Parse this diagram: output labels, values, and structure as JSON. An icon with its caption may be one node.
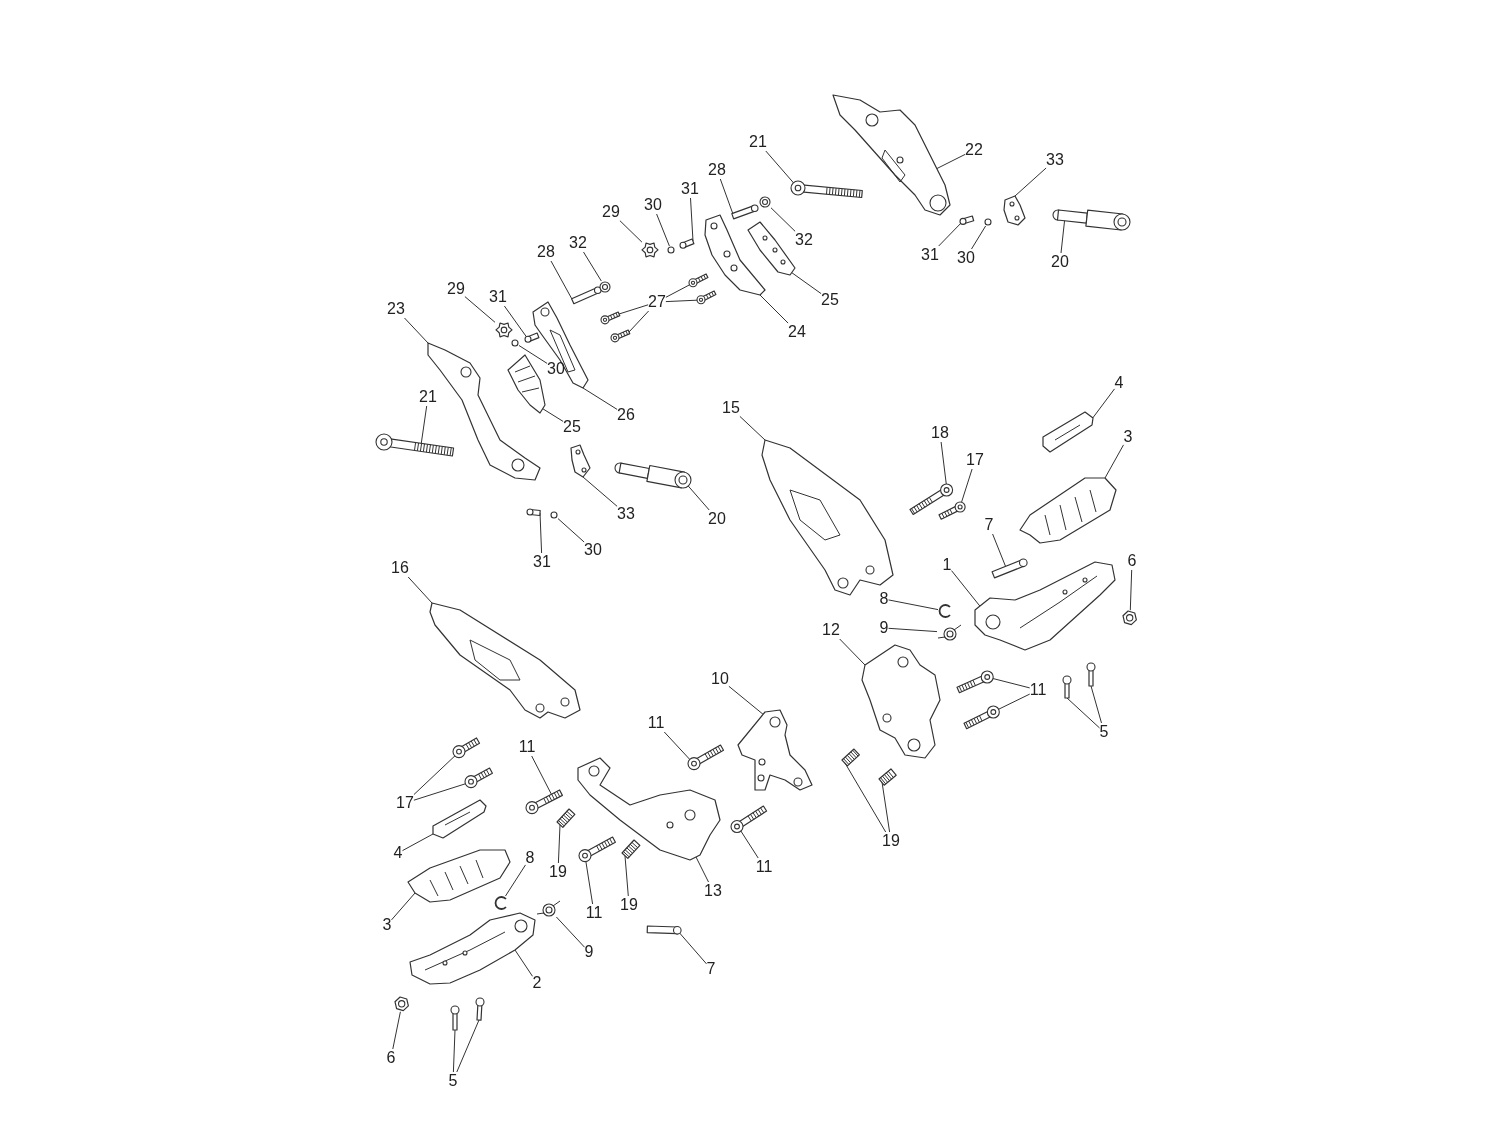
{
  "diagram": {
    "nodes": [
      {
        "text": [
          "21"
        ]
      },
      {
        "text": [],
        "shape": "picture"
      },
      {
        "text": [
          "22"
        ]
      },
      {
        "text": [],
        "shape": "picture"
      },
      {
        "text": [
          "33"
        ]
      },
      {
        "text": [],
        "shape": "picture"
      },
      {
        "text": [
          "28"
        ]
      },
      {
        "text": [],
        "shape": "cylinder"
      },
      {
        "text": [
          "32"
        ]
      },
      {
        "text": [],
        "shape": "picture"
      },
      {
        "text": [
          "31"
        ]
      },
      {
        "text": [],
        "shape": "cylinder"
      },
      {
        "text": [
          "30"
        ]
      },
      {
        "text": [],
        "shape": "circle"
      },
      {
        "text": [
          "29"
        ]
      },
      {
        "text": [],
        "shape": "picture"
      },
      {
        "text": [
          "31"
        ]
      },
      {
        "text": [],
        "shape": "cylinder"
      },
      {
        "text": [
          "30"
        ]
      },
      {
        "text": [],
        "shape": "circle"
      },
      {
        "text": [
          "20"
        ]
      },
      {
        "text": [],
        "shape": "picture"
      },
      {
        "text": [
          "25"
        ]
      },
      {
        "text": [],
        "shape": "picture"
      },
      {
        "text": [
          "24"
        ]
      },
      {
        "text": [],
        "shape": "picture"
      },
      {
        "text": [
          "28"
        ]
      },
      {
        "text": [],
        "shape": "cylinder"
      },
      {
        "text": [
          "32"
        ]
      },
      {
        "text": [],
        "shape": "picture"
      },
      {
        "text": [
          "27"
        ]
      },
      {
        "text": [],
        "shape": "picture"
      },
      {
        "text": [],
        "shape": "picture"
      },
      {
        "text": [],
        "shape": "picture"
      },
      {
        "text": [],
        "shape": "picture"
      },
      {
        "text": [
          "29"
        ]
      },
      {
        "text": [],
        "shape": "picture"
      },
      {
        "text": [
          "31"
        ]
      },
      {
        "text": [],
        "shape": "cylinder"
      },
      {
        "text": [
          "30"
        ]
      },
      {
        "text": [],
        "shape": "circle"
      },
      {
        "text": [
          "23"
        ]
      },
      {
        "text": [],
        "shape": "picture"
      },
      {
        "text": [
          "26"
        ]
      },
      {
        "text": [],
        "shape": "picture"
      },
      {
        "text": [
          "25"
        ]
      },
      {
        "text": [],
        "shape": "picture"
      },
      {
        "text": [
          "21"
        ]
      },
      {
        "text": [],
        "shape": "picture"
      },
      {
        "text": [
          "33"
        ]
      },
      {
        "text": [],
        "shape": "picture"
      },
      {
        "text": [
          "20"
        ]
      },
      {
        "text": [],
        "shape": "picture"
      },
      {
        "text": [
          "31"
        ]
      },
      {
        "text": [],
        "shape": "cylinder"
      },
      {
        "text": [
          "30"
        ]
      },
      {
        "text": [],
        "shape": "circle"
      },
      {
        "text": [
          "15"
        ]
      },
      {
        "text": [],
        "shape": "picture"
      },
      {
        "text": [
          "16"
        ]
      },
      {
        "text": [],
        "shape": "picture"
      },
      {
        "text": [
          "18"
        ]
      },
      {
        "text": [],
        "shape": "picture"
      },
      {
        "text": [
          "17"
        ]
      },
      {
        "text": [],
        "shape": "picture"
      },
      {
        "text": [
          "4"
        ]
      },
      {
        "text": [],
        "shape": "picture"
      },
      {
        "text": [
          "3"
        ]
      },
      {
        "text": [],
        "shape": "picture"
      },
      {
        "text": [
          "7"
        ]
      },
      {
        "text": [],
        "shape": "cylinder"
      },
      {
        "text": [
          "1"
        ]
      },
      {
        "text": [],
        "shape": "picture"
      },
      {
        "text": [
          "6"
        ]
      },
      {
        "text": [],
        "shape": "picture"
      },
      {
        "text": [
          "8"
        ]
      },
      {
        "text": [],
        "shape": "picture"
      },
      {
        "text": [
          "9"
        ]
      },
      {
        "text": [],
        "shape": "picture"
      },
      {
        "text": [
          "12"
        ]
      },
      {
        "text": [],
        "shape": "picture"
      },
      {
        "text": [
          "11"
        ]
      },
      {
        "text": [],
        "shape": "picture"
      },
      {
        "text": [],
        "shape": "picture"
      },
      {
        "text": [
          "5"
        ]
      },
      {
        "text": [],
        "shape": "picture"
      },
      {
        "text": [],
        "shape": "picture"
      },
      {
        "text": [
          "10"
        ]
      },
      {
        "text": [],
        "shape": "picture"
      },
      {
        "text": [
          "11"
        ]
      },
      {
        "text": [],
        "shape": "picture"
      },
      {
        "text": [
          "19"
        ]
      },
      {
        "text": [],
        "shape": "picture"
      },
      {
        "text": [],
        "shape": "picture"
      },
      {
        "text": [
          "17"
        ]
      },
      {
        "text": [],
        "shape": "picture"
      },
      {
        "text": [],
        "shape": "picture"
      },
      {
        "text": [
          "11"
        ]
      },
      {
        "text": [],
        "shape": "picture"
      },
      {
        "text": [
          "4"
        ]
      },
      {
        "text": [],
        "shape": "picture"
      },
      {
        "text": [
          "19"
        ]
      },
      {
        "text": [],
        "shape": "picture"
      },
      {
        "text": [
          "13"
        ]
      },
      {
        "text": [],
        "shape": "picture"
      },
      {
        "text": [
          "11"
        ]
      },
      {
        "text": [],
        "shape": "picture"
      },
      {
        "text": [
          "8"
        ]
      },
      {
        "text": [],
        "shape": "picture"
      },
      {
        "text": [
          "3"
        ]
      },
      {
        "text": [],
        "shape": "picture"
      },
      {
        "text": [
          "11"
        ]
      },
      {
        "text": [],
        "shape": "picture"
      },
      {
        "text": [
          "19"
        ]
      },
      {
        "text": [],
        "shape": "picture"
      },
      {
        "text": [
          "9"
        ]
      },
      {
        "text": [],
        "shape": "picture"
      },
      {
        "text": [
          "7"
        ]
      },
      {
        "text": [],
        "shape": "cylinder"
      },
      {
        "text": [
          "2"
        ]
      },
      {
        "text": [],
        "shape": "picture"
      },
      {
        "text": [
          "6"
        ]
      },
      {
        "text": [],
        "shape": "picture"
      },
      {
        "text": [
          "5"
        ]
      },
      {
        "text": [],
        "shape": "picture"
      },
      {
        "text": [],
        "shape": "picture"
      }
    ],
    "edges": [
      {
        "from": 0,
        "to": 1,
        "arrow": "none"
      },
      {
        "from": 2,
        "to": 3,
        "arrow": "none"
      },
      {
        "from": 4,
        "to": 5,
        "arrow": "none"
      },
      {
        "from": 6,
        "to": 7,
        "arrow": "none"
      },
      {
        "from": 8,
        "to": 9,
        "arrow": "none"
      },
      {
        "from": 10,
        "to": 11,
        "arrow": "none"
      },
      {
        "from": 12,
        "to": 13,
        "arrow": "none"
      },
      {
        "from": 14,
        "to": 15,
        "arrow": "none"
      },
      {
        "from": 16,
        "to": 17,
        "arrow": "none"
      },
      {
        "from": 18,
        "to": 19,
        "arrow": "none"
      },
      {
        "from": 20,
        "to": 21,
        "arrow": "none"
      },
      {
        "from": 22,
        "to": 23,
        "arrow": "none"
      },
      {
        "from": 24,
        "to": 25,
        "arrow": "none"
      },
      {
        "from": 26,
        "to": 27,
        "arrow": "none"
      },
      {
        "from": 28,
        "to": 29,
        "arrow": "none"
      },
      {
        "from": 30,
        "to": 31,
        "arrow": "none"
      },
      {
        "from": 30,
        "to": 32,
        "arrow": "none"
      },
      {
        "from": 30,
        "to": 33,
        "arrow": "none"
      },
      {
        "from": 30,
        "to": 34,
        "arrow": "none"
      },
      {
        "from": 35,
        "to": 36,
        "arrow": "none"
      },
      {
        "from": 37,
        "to": 38,
        "arrow": "none"
      },
      {
        "from": 39,
        "to": 40,
        "arrow": "none"
      },
      {
        "from": 41,
        "to": 42,
        "arrow": "none"
      },
      {
        "from": 43,
        "to": 44,
        "arrow": "none"
      },
      {
        "from": 45,
        "to": 46,
        "arrow": "none"
      },
      {
        "from": 47,
        "to": 48,
        "arrow": "none"
      },
      {
        "from": 49,
        "to": 50,
        "arrow": "none"
      },
      {
        "from": 51,
        "to": 52,
        "arrow": "none"
      },
      {
        "from": 53,
        "to": 54,
        "arrow": "none"
      },
      {
        "from": 55,
        "to": 56,
        "arrow": "none"
      },
      {
        "from": 57,
        "to": 58,
        "arrow": "none"
      },
      {
        "from": 59,
        "to": 60,
        "arrow": "none"
      },
      {
        "from": 61,
        "to": 62,
        "arrow": "none"
      },
      {
        "from": 63,
        "to": 64,
        "arrow": "none"
      },
      {
        "from": 65,
        "to": 66,
        "arrow": "none"
      },
      {
        "from": 67,
        "to": 68,
        "arrow": "none"
      },
      {
        "from": 69,
        "to": 70,
        "arrow": "none"
      },
      {
        "from": 71,
        "to": 72,
        "arrow": "none"
      },
      {
        "from": 73,
        "to": 74,
        "arrow": "none"
      },
      {
        "from": 75,
        "to": 76,
        "arrow": "none"
      },
      {
        "from": 77,
        "to": 78,
        "arrow": "none"
      },
      {
        "from": 79,
        "to": 80,
        "arrow": "none"
      },
      {
        "from": 81,
        "to": 82,
        "arrow": "none"
      },
      {
        "from": 81,
        "to": 83,
        "arrow": "none"
      },
      {
        "from": 84,
        "to": 85,
        "arrow": "none"
      },
      {
        "from": 84,
        "to": 86,
        "arrow": "none"
      },
      {
        "from": 87,
        "to": 88,
        "arrow": "none"
      },
      {
        "from": 89,
        "to": 90,
        "arrow": "none"
      },
      {
        "from": 91,
        "to": 92,
        "arrow": "none"
      },
      {
        "from": 91,
        "to": 93,
        "arrow": "none"
      },
      {
        "from": 94,
        "to": 95,
        "arrow": "none"
      },
      {
        "from": 94,
        "to": 96,
        "arrow": "none"
      },
      {
        "from": 97,
        "to": 98,
        "arrow": "none"
      },
      {
        "from": 99,
        "to": 100,
        "arrow": "none"
      },
      {
        "from": 101,
        "to": 102,
        "arrow": "none"
      },
      {
        "from": 103,
        "to": 104,
        "arrow": "none"
      },
      {
        "from": 105,
        "to": 106,
        "arrow": "none"
      },
      {
        "from": 107,
        "to": 108,
        "arrow": "none"
      },
      {
        "from": 109,
        "to": 110,
        "arrow": "none"
      },
      {
        "from": 111,
        "to": 112,
        "arrow": "none"
      },
      {
        "from": 113,
        "to": 114,
        "arrow": "none"
      },
      {
        "from": 115,
        "to": 116,
        "arrow": "none"
      },
      {
        "from": 117,
        "to": 118,
        "arrow": "none"
      },
      {
        "from": 119,
        "to": 120,
        "arrow": "none"
      },
      {
        "from": 121,
        "to": 122,
        "arrow": "none"
      },
      {
        "from": 123,
        "to": 124,
        "arrow": "none"
      },
      {
        "from": 123,
        "to": 125,
        "arrow": "none"
      }
    ]
  }
}
